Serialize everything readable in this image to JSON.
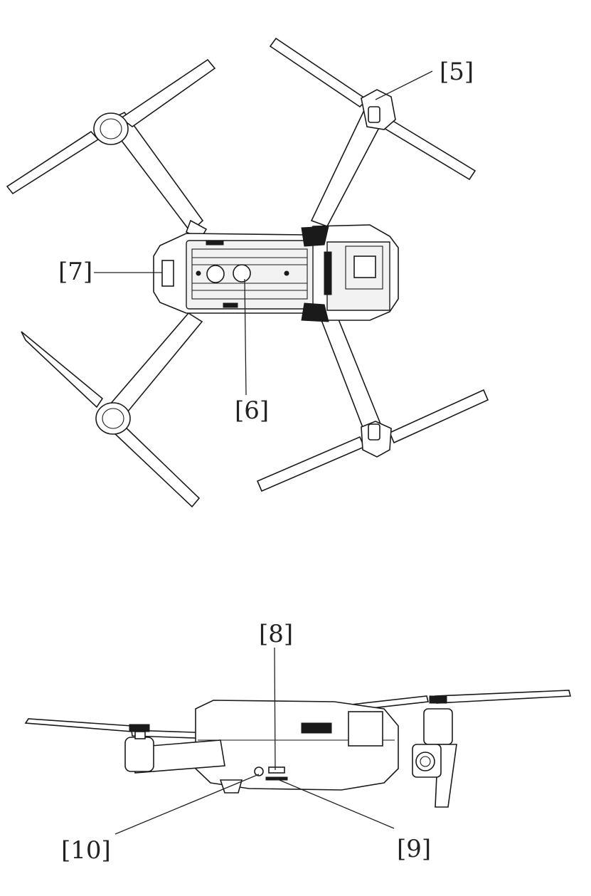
{
  "labels": {
    "l5": "[5]",
    "l6": "[6]",
    "l7": "[7]",
    "l8": "[8]",
    "l9": "[9]",
    "l10": "[10]"
  }
}
